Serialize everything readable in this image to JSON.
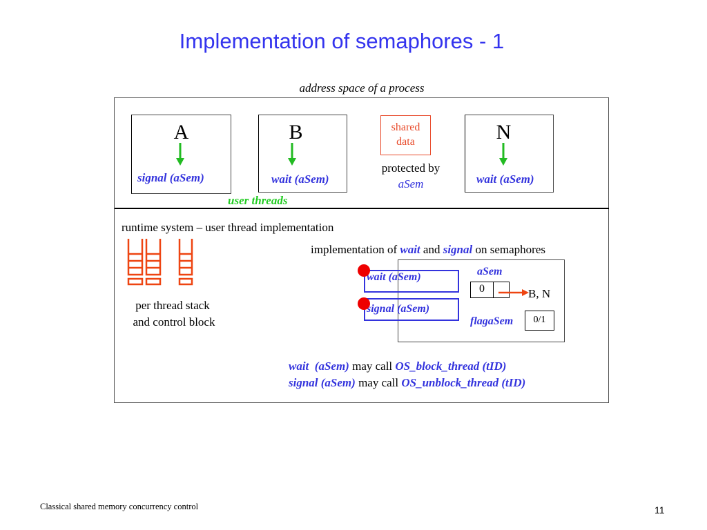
{
  "slide": {
    "title": "Implementation of semaphores - 1",
    "subtitle": "address space of a process",
    "footer_text": "Classical shared memory concurrency control",
    "page_number": "11"
  },
  "colors": {
    "title": "#3333ee",
    "call_text": "#3333dd",
    "user_threads": "#22cc22",
    "arrow_green": "#22bb22",
    "shared_data": "#e84a2a",
    "stack": "#ee4411",
    "entry_dot": "#ee0000"
  },
  "user_space": {
    "threads": [
      {
        "name": "A",
        "call": "signal (aSem)"
      },
      {
        "name": "B",
        "call": "wait (aSem)"
      },
      {
        "name": "N",
        "call": "wait (aSem)"
      }
    ],
    "shared_data": {
      "label_line1": "shared",
      "label_line2": "data",
      "protected_by": "protected by",
      "semaphore": "aSem"
    },
    "group_label": "user threads"
  },
  "runtime": {
    "heading": "runtime system – user thread implementation",
    "stack_caption_line1": "per thread stack",
    "stack_caption_line2": "and control block",
    "impl_heading": {
      "prefix": "implementation of ",
      "wait": "wait",
      "and": " and ",
      "signal": "signal",
      "suffix": " on semaphores"
    },
    "functions": [
      {
        "label": "wait (aSem)"
      },
      {
        "label": "signal (aSem)"
      }
    ],
    "semaphore": {
      "name": "aSem",
      "counter_value": "0",
      "queue": "B, N",
      "flag_name": "flagaSem",
      "flag_value": "0/1"
    },
    "notes": [
      {
        "call": "wait  (aSem)",
        "middle": " may call ",
        "target": "OS_block_thread (tID)"
      },
      {
        "call": "signal (aSem)",
        "middle": " may call ",
        "target": "OS_unblock_thread (tID)"
      }
    ]
  }
}
